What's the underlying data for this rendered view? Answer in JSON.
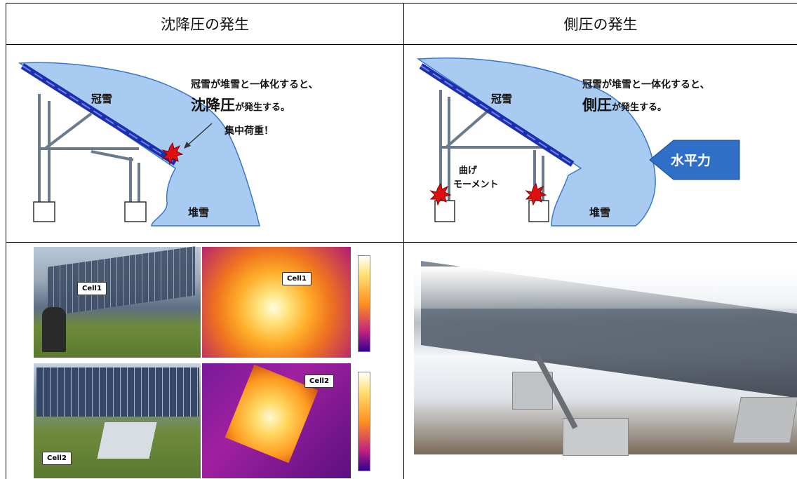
{
  "headers": {
    "left": "沈降圧の発生",
    "right": "側圧の発生"
  },
  "diagram_left": {
    "snow_cover": "冠雪",
    "snow_pile": "堆雪",
    "note_line1": "冠雪が堆雪と一体化すると、",
    "note_line2_bold": "沈降圧",
    "note_line2_rest": "が発生する。",
    "concentrated_load": "集中荷重！"
  },
  "diagram_right": {
    "snow_cover": "冠雪",
    "snow_pile": "堆雪",
    "note_line1": "冠雪が堆雪と一体化すると、",
    "note_line2_bold": "側圧",
    "note_line2_rest": "が発生する。",
    "moment_line1": "曲げ",
    "moment_line2": "モーメント",
    "horizontal_force": "水平力"
  },
  "photos_left": {
    "callout_top": "Cell1",
    "callout_top_thermal": "Cell1",
    "callout_bottom": "Cell2",
    "callout_bottom_thermal": "Cell2"
  },
  "colors": {
    "snow": "#a9cbf2",
    "panel": "#1c2fb0",
    "arrow": "#2f6fc8",
    "burst": "#e01010"
  }
}
